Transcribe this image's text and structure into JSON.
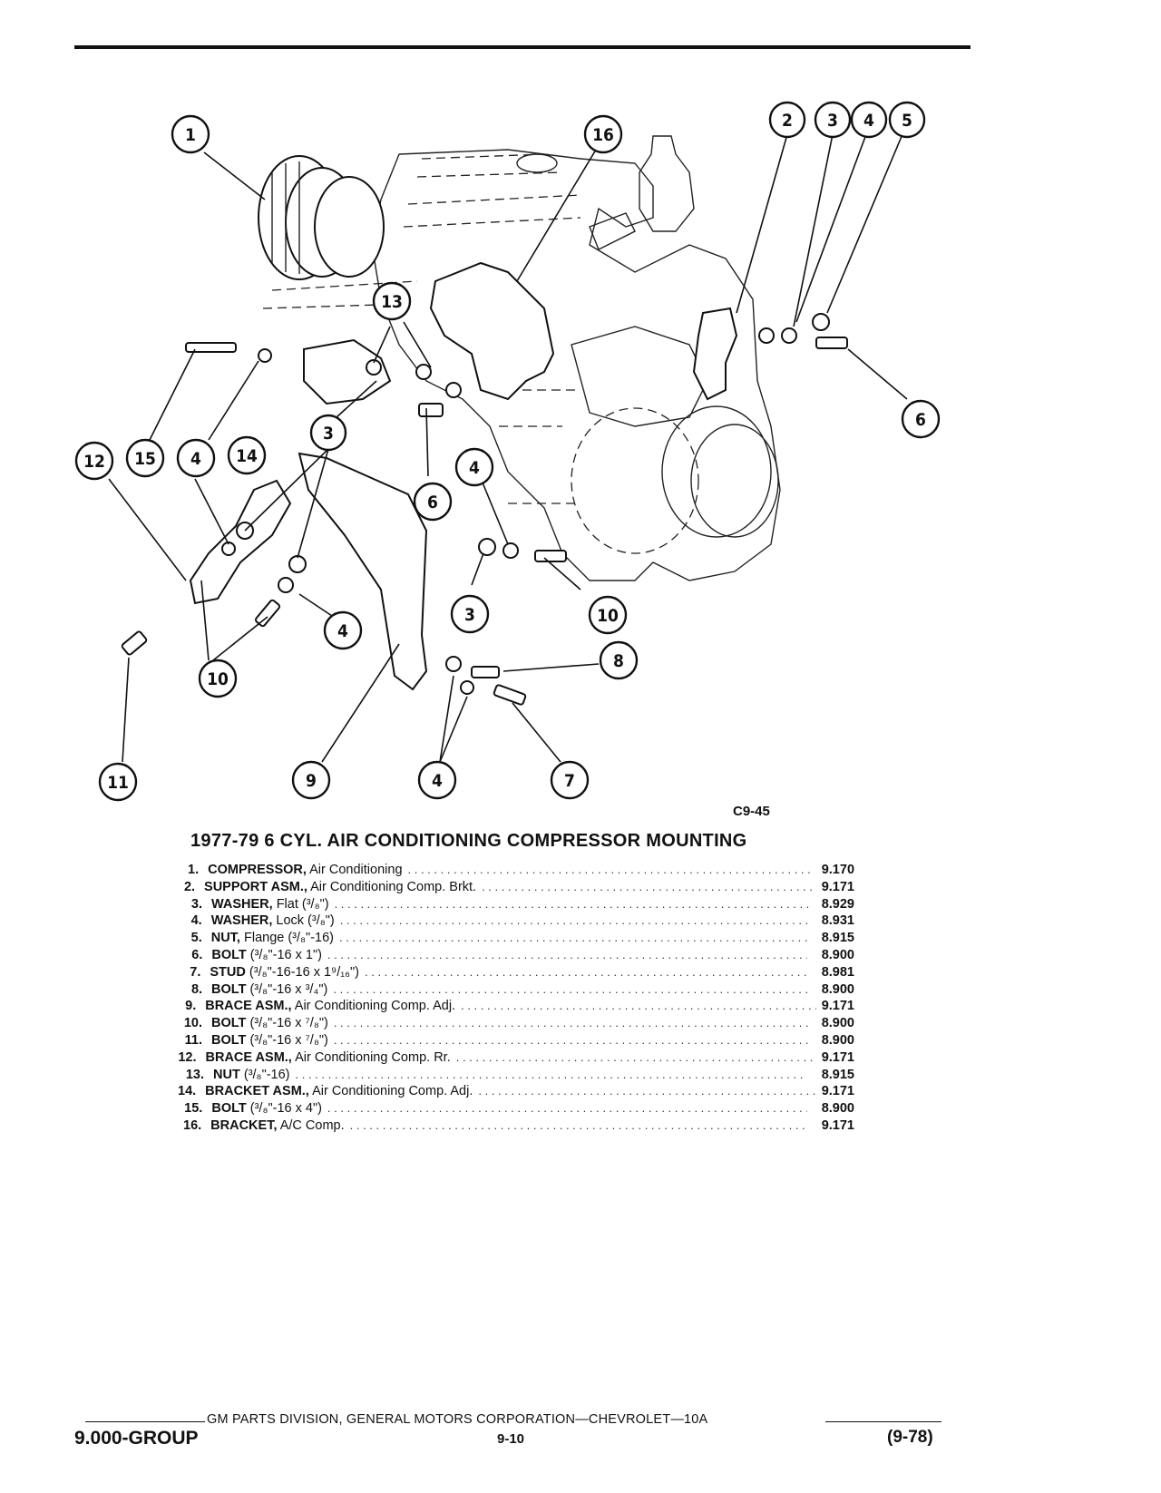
{
  "figure": {
    "code": "C9-45",
    "callouts": [
      {
        "id": "c1",
        "label": "1"
      },
      {
        "id": "c16",
        "label": "16"
      },
      {
        "id": "c2",
        "label": "2"
      },
      {
        "id": "c3a",
        "label": "3"
      },
      {
        "id": "c4a",
        "label": "4"
      },
      {
        "id": "c5",
        "label": "5"
      },
      {
        "id": "c6a",
        "label": "6"
      },
      {
        "id": "c13",
        "label": "13"
      },
      {
        "id": "c12",
        "label": "12"
      },
      {
        "id": "c15",
        "label": "15"
      },
      {
        "id": "c4b",
        "label": "4"
      },
      {
        "id": "c14",
        "label": "14"
      },
      {
        "id": "c3b",
        "label": "3"
      },
      {
        "id": "c6b",
        "label": "6"
      },
      {
        "id": "c4c",
        "label": "4"
      },
      {
        "id": "c3c",
        "label": "3"
      },
      {
        "id": "c10a",
        "label": "10"
      },
      {
        "id": "c4d",
        "label": "4"
      },
      {
        "id": "c10b",
        "label": "10"
      },
      {
        "id": "c8",
        "label": "8"
      },
      {
        "id": "c11",
        "label": "11"
      },
      {
        "id": "c9",
        "label": "9"
      },
      {
        "id": "c4e",
        "label": "4"
      },
      {
        "id": "c7",
        "label": "7"
      }
    ]
  },
  "parts_list": {
    "title": "1977-79 6 CYL. AIR CONDITIONING COMPRESSOR MOUNTING",
    "items": [
      {
        "num": "1.",
        "name": "COMPRESSOR,",
        "desc": "Air Conditioning",
        "group": "9.170"
      },
      {
        "num": "2.",
        "name": "SUPPORT ASM.,",
        "desc": "Air Conditioning Comp. Brkt.",
        "group": "9.171"
      },
      {
        "num": "3.",
        "name": "WASHER,",
        "desc": "Flat (³/₈\")",
        "group": "8.929"
      },
      {
        "num": "4.",
        "name": "WASHER,",
        "desc": "Lock (³/₈\")",
        "group": "8.931"
      },
      {
        "num": "5.",
        "name": "NUT,",
        "desc": "Flange (³/₈\"-16)",
        "group": "8.915"
      },
      {
        "num": "6.",
        "name": "BOLT",
        "desc": "(³/₈\"-16 x 1\")",
        "group": "8.900"
      },
      {
        "num": "7.",
        "name": "STUD",
        "desc": "(³/₈\"-16-16 x 1⁹/₁₆\")",
        "group": "8.981"
      },
      {
        "num": "8.",
        "name": "BOLT",
        "desc": "(³/₈\"-16 x ³/₄\")",
        "group": "8.900"
      },
      {
        "num": "9.",
        "name": "BRACE ASM.,",
        "desc": "Air Conditioning Comp. Adj.",
        "group": "9.171"
      },
      {
        "num": "10.",
        "name": "BOLT",
        "desc": "(³/₈\"-16 x ⁷/₈\")",
        "group": "8.900"
      },
      {
        "num": "11.",
        "name": "BOLT",
        "desc": "(³/₈\"-16 x ⁷/₈\")",
        "group": "8.900"
      },
      {
        "num": "12.",
        "name": "BRACE ASM.,",
        "desc": "Air Conditioning Comp. Rr.",
        "group": "9.171"
      },
      {
        "num": "13.",
        "name": "NUT",
        "desc": "(³/₈\"-16)",
        "group": "8.915"
      },
      {
        "num": "14.",
        "name": "BRACKET ASM.,",
        "desc": "Air Conditioning Comp. Adj.",
        "group": "9.171"
      },
      {
        "num": "15.",
        "name": "BOLT",
        "desc": "(³/₈\"-16 x 4\")",
        "group": "8.900"
      },
      {
        "num": "16.",
        "name": "BRACKET,",
        "desc": "A/C Comp.",
        "group": "9.171"
      }
    ]
  },
  "footer": {
    "publisher": "GM PARTS DIVISION, GENERAL MOTORS CORPORATION—CHEVROLET—10A",
    "group": "9.000-GROUP",
    "page": "9-10",
    "date": "(9-78)"
  }
}
